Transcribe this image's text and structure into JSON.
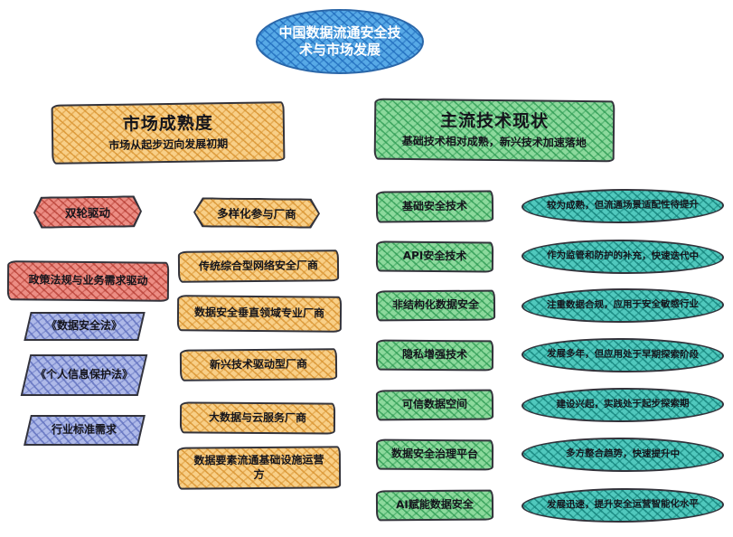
{
  "root": {
    "title": "中国数据流通安全技术与市场发展"
  },
  "market": {
    "title": "市场成熟度",
    "subtitle": "市场从起步迈向发展初期",
    "drivers_hex": "双轮驱动",
    "drivers_box": "政策法规与业务需求驱动",
    "laws": [
      "《数据安全法》",
      "《个人信息保护法》",
      "行业标准需求"
    ],
    "vendors_hex": "多样化参与厂商",
    "vendors": [
      "传统综合型网络安全厂商",
      "数据安全垂直领域专业厂商",
      "新兴技术驱动型厂商",
      "大数据与云服务厂商",
      "数据要素流通基础设施运营方"
    ]
  },
  "technology": {
    "title": "主流技术现状",
    "subtitle": "基础技术相对成熟，新兴技术加速落地",
    "items": [
      {
        "name": "基础安全技术",
        "status": "较为成熟，但流通场景适配性待提升"
      },
      {
        "name": "API安全技术",
        "status": "作为监管和防护的补充，快速迭代中"
      },
      {
        "name": "非结构化数据安全",
        "status": "注重数据合规，应用于安全敏感行业"
      },
      {
        "name": "隐私增强技术",
        "status": "发展多年，但应用处于早期探索阶段"
      },
      {
        "name": "可信数据空间",
        "status": "建设兴起，实践处于起步探索期"
      },
      {
        "name": "数据安全治理平台",
        "status": "多方整合趋势，快速提升中"
      },
      {
        "name": "AI赋能数据安全",
        "status": "发展迅速，提升安全运营智能化水平"
      }
    ]
  },
  "colors": {
    "root_blue": "#57a9e6",
    "branch_orange": "#f8cf87",
    "branch_green": "#8cd99c",
    "driver_red": "#ec8d84",
    "law_blue": "#aeb9e8",
    "status_teal": "#50c8bd"
  }
}
